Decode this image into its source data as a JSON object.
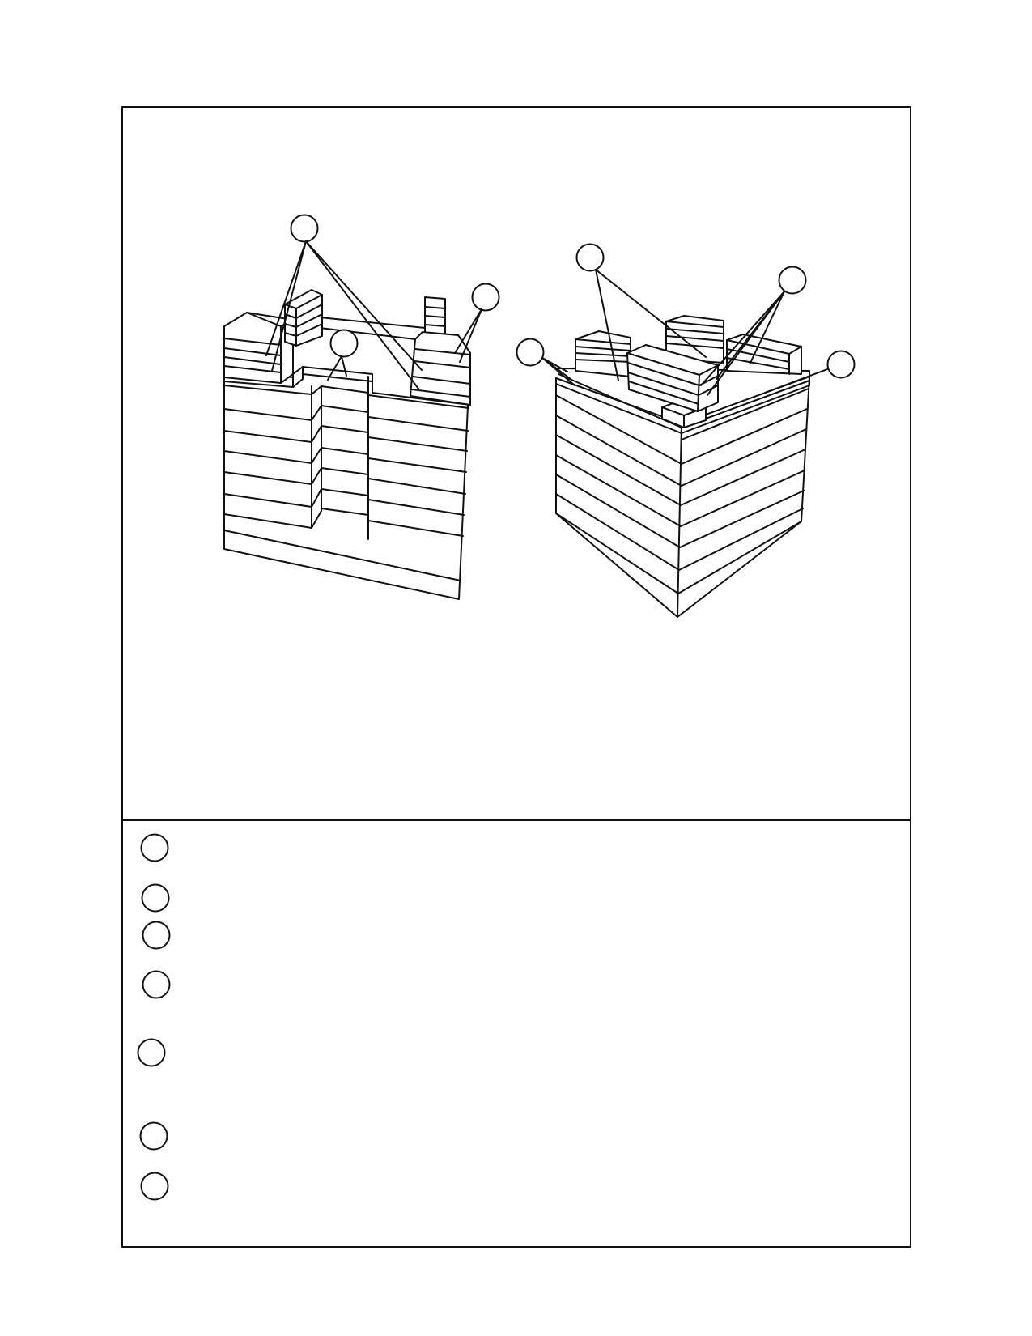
{
  "page": {
    "background": "#ffffff",
    "line_color": "#111111"
  },
  "diagram": {
    "figures": [
      {
        "name": "block-diagram-left",
        "callout_count": 3
      },
      {
        "name": "block-diagram-right",
        "callout_count": 4
      }
    ],
    "key": {
      "entries": [
        "",
        "",
        "",
        "",
        "",
        "",
        ""
      ]
    }
  }
}
